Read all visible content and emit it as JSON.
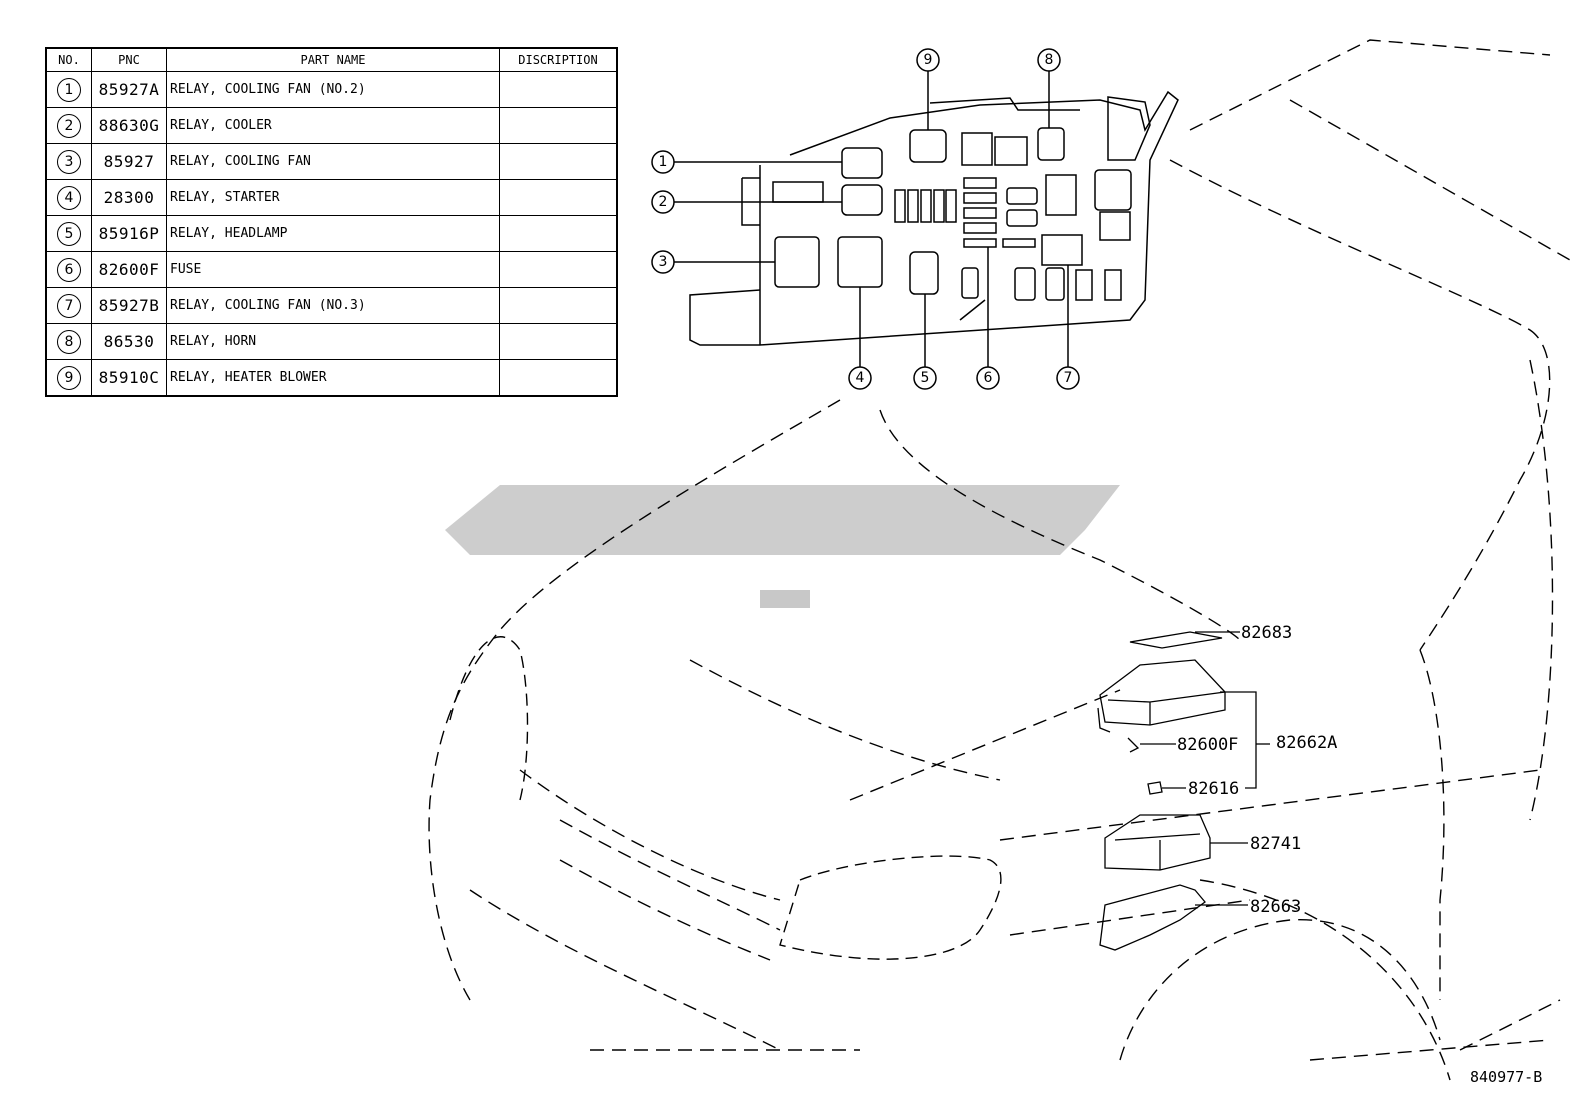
{
  "table": {
    "headers": {
      "no": "NO.",
      "pnc": "PNC",
      "name": "PART NAME",
      "desc": "DISCRIPTION"
    },
    "rows": [
      {
        "no": "1",
        "pnc": "85927A",
        "name": "RELAY, COOLING FAN (NO.2)",
        "desc": ""
      },
      {
        "no": "2",
        "pnc": "88630G",
        "name": "RELAY, COOLER",
        "desc": ""
      },
      {
        "no": "3",
        "pnc": "85927",
        "name": "RELAY, COOLING FAN",
        "desc": ""
      },
      {
        "no": "4",
        "pnc": "28300",
        "name": "RELAY, STARTER",
        "desc": ""
      },
      {
        "no": "5",
        "pnc": "85916P",
        "name": "RELAY, HEADLAMP",
        "desc": ""
      },
      {
        "no": "6",
        "pnc": "82600F",
        "name": "FUSE",
        "desc": ""
      },
      {
        "no": "7",
        "pnc": "85927B",
        "name": "RELAY, COOLING FAN (NO.3)",
        "desc": ""
      },
      {
        "no": "8",
        "pnc": "86530",
        "name": "RELAY, HORN",
        "desc": ""
      },
      {
        "no": "9",
        "pnc": "85910C",
        "name": "RELAY, HEATER BLOWER",
        "desc": ""
      }
    ]
  },
  "callouts": [
    "1",
    "2",
    "3",
    "4",
    "5",
    "6",
    "7",
    "8",
    "9"
  ],
  "part_labels": {
    "p82683": "82683",
    "p82600F": "82600F",
    "p82662A": "82662A",
    "p82616": "82616",
    "p82741": "82741",
    "p82663": "82663"
  },
  "diagram_id": "840977-B",
  "watermark_color": "#c8c8c8"
}
